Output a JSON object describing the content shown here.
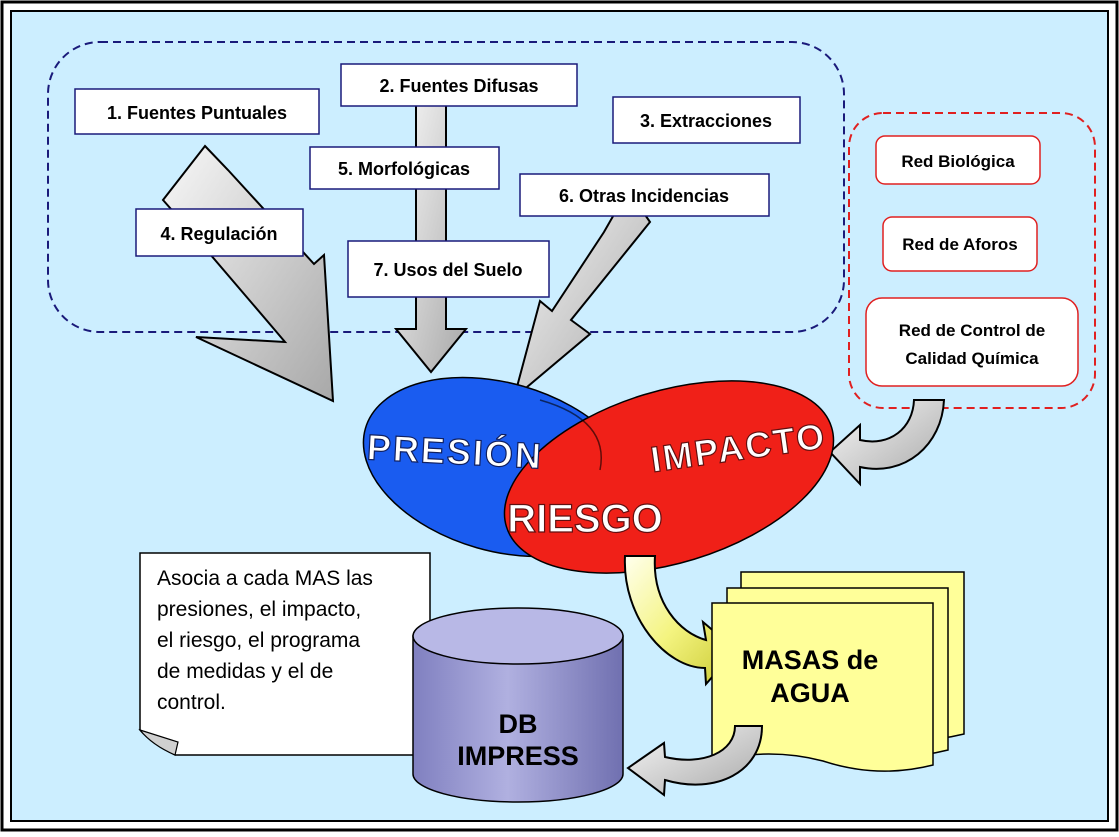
{
  "pressures": {
    "p1": "1. Fuentes Puntuales",
    "p2": "2. Fuentes Difusas",
    "p3": "3. Extracciones",
    "p4": "4. Regulación",
    "p5": "5. Morfológicas",
    "p6": "6. Otras Incidencias",
    "p7": "7. Usos del Suelo"
  },
  "networks": {
    "biological": "Red Biológica",
    "gauging": "Red de Aforos",
    "chemical_line1": "Red de Control de",
    "chemical_line2": "Calidad Química"
  },
  "ellipses": {
    "presion": "PRESIÓN",
    "impacto": "IMPACTO",
    "riesgo": "RIESGO"
  },
  "masas": {
    "line1": "MASAS de",
    "line2": "AGUA"
  },
  "db": {
    "line1": "DB",
    "line2": "IMPRESS"
  },
  "note": {
    "lines": [
      "Asocia a cada MAS las",
      "presiones, el impacto,",
      "el riesgo, el programa",
      "de medidas y el de",
      "control."
    ]
  },
  "colors": {
    "background": "#cceeff",
    "presion": "#1a5cf0",
    "impacto": "#f02018",
    "pressure_group_border": "#1a1a7a",
    "network_group_border": "#e02020",
    "masas_fill": "#ffff99",
    "db_fill": "#9999cc"
  }
}
